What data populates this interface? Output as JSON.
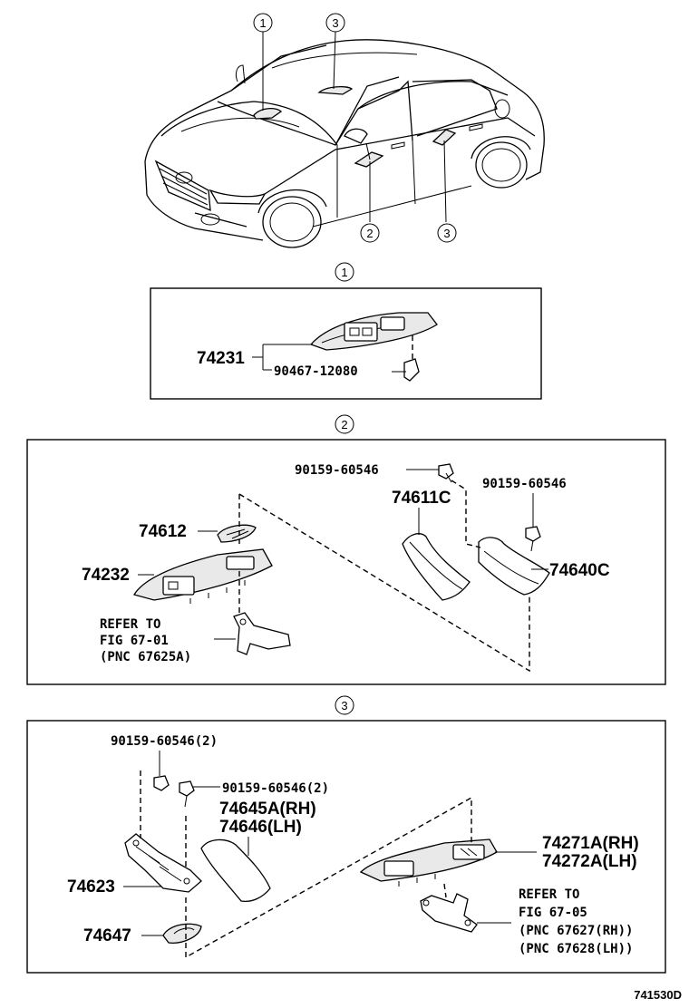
{
  "callouts": {
    "c1": "1",
    "c2": "2",
    "c3": "3"
  },
  "section1": {
    "part_main": "74231",
    "part_clip": "90467-12080"
  },
  "section2": {
    "screw_a": "90159-60546",
    "screw_b": "90159-60546",
    "part_74611c": "74611C",
    "part_74640c": "74640C",
    "part_74612": "74612",
    "part_74232": "74232",
    "refer_line1": "REFER TO",
    "refer_line2": "FIG 67-01",
    "refer_line3": "(PNC 67625A)"
  },
  "section3": {
    "screw_a": "90159-60546(2)",
    "screw_b": "90159-60546(2)",
    "part_74645a": "74645A(RH)",
    "part_74646": "74646(LH)",
    "part_74271a": "74271A(RH)",
    "part_74272a": "74272A(LH)",
    "part_74623": "74623",
    "part_74647": "74647",
    "refer_line1": "REFER TO",
    "refer_line2": "FIG 67-05",
    "refer_line3": "(PNC 67627(RH))",
    "refer_line4": "(PNC 67628(LH))"
  },
  "diagram_code": "741530D"
}
